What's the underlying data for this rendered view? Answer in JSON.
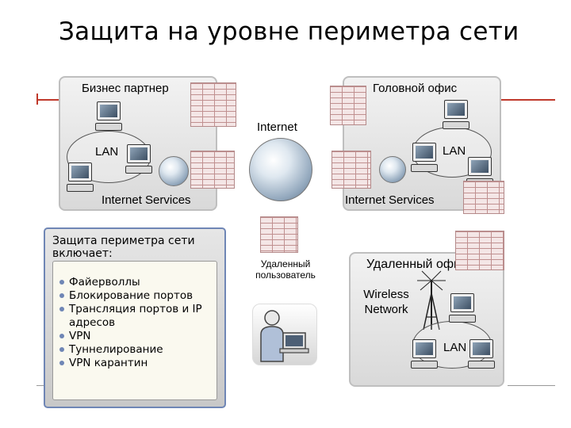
{
  "title": "Защита на уровне периметра сети",
  "panels": {
    "partner": "Бизнес партнер",
    "head_office": "Головной офис",
    "remote_office": "Удаленный офис"
  },
  "labels": {
    "internet": "Internet",
    "lan_left": "LAN",
    "lan_right": "LAN",
    "lan_remote": "LAN",
    "services_left": "Internet Services",
    "services_right": "Internet Services",
    "remote_user": "Удаленный пользователь",
    "wireless": "Wireless Network"
  },
  "info": {
    "heading": "Защита периметра сети включает:",
    "items": [
      "Файерволлы",
      "Блокирование портов",
      "Трансляция портов и IP адресов",
      "VPN",
      "Туннелирование",
      "VPN карантин"
    ]
  },
  "icons": {
    "computer": "computer-icon",
    "globe": "globe-icon",
    "firewall": "brick-wall-icon",
    "user": "user-icon",
    "antenna": "antenna-icon"
  },
  "colors": {
    "accent_red": "#c0392b",
    "info_border": "#6f86b5",
    "firewall": "#c09090"
  }
}
